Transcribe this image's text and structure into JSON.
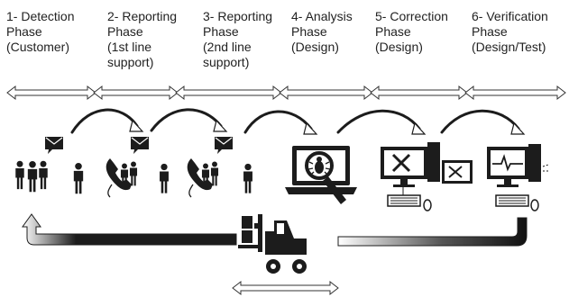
{
  "phases": [
    {
      "lines": [
        "1- Detection",
        "Phase",
        "(Customer)"
      ]
    },
    {
      "lines": [
        "2- Reporting",
        "Phase",
        "(1st line",
        "support)"
      ]
    },
    {
      "lines": [
        "3- Reporting",
        "Phase",
        "(2nd line",
        "support)"
      ]
    },
    {
      "lines": [
        "4- Analysis",
        "Phase",
        "(Design)"
      ]
    },
    {
      "lines": [
        "5- Correction",
        "Phase",
        "(Design)"
      ]
    },
    {
      "lines": [
        "6- Verification",
        "Phase",
        "(Design/Test)"
      ]
    }
  ],
  "icons": [
    "customers-icon",
    "support-phone-icon",
    "support-phone-icon",
    "bug-analysis-icon",
    "workstation-repair-icon",
    "workstation-verify-icon",
    "forklift-delivery-icon"
  ],
  "colors": {
    "ink": "#1c1c1c",
    "arrow_fill": "#ffffff"
  }
}
